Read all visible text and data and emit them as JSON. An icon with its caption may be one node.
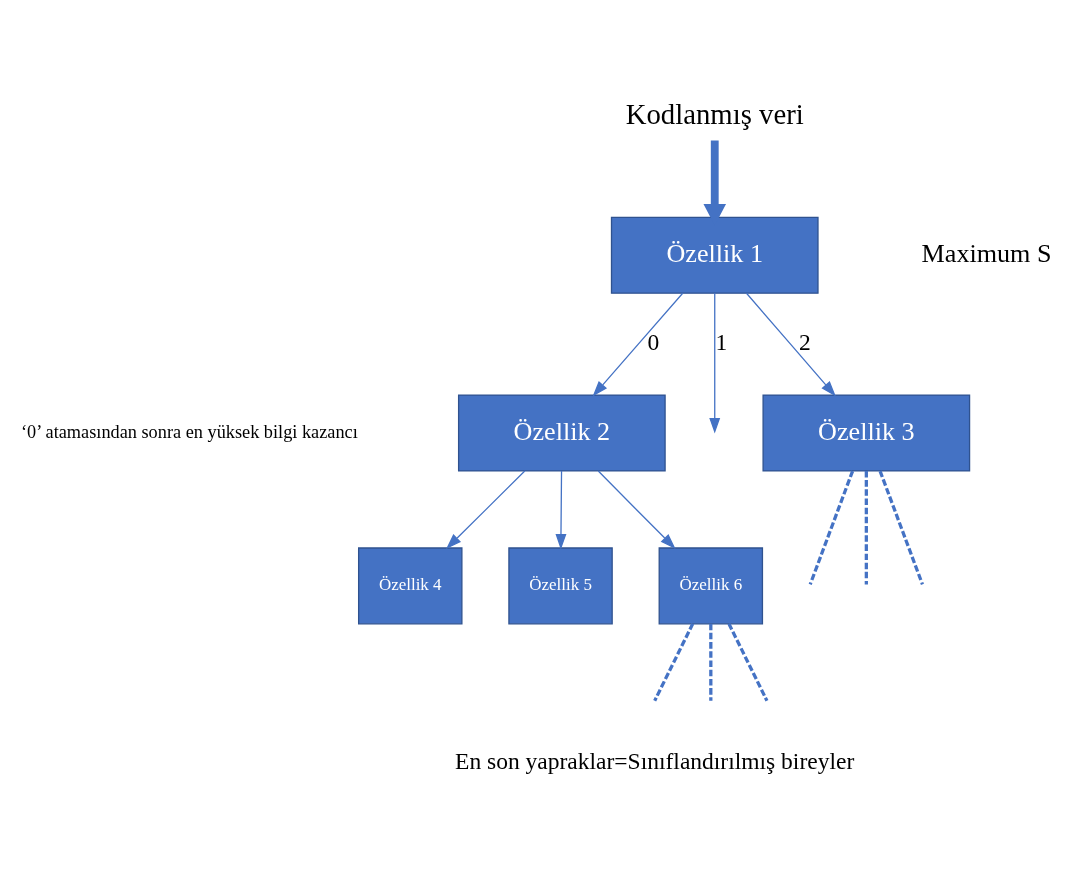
{
  "diagram": {
    "nodes": [
      {
        "text": [
          "Kodlanmış veri"
        ]
      },
      {
        "text": [
          "Özellik 1"
        ],
        "beside": [
          "Maximum S"
        ]
      },
      {
        "text": [
          "Özellik 2"
        ]
      },
      {
        "text": [
          "Özellik 3"
        ]
      },
      {
        "text": [
          "Özellik 4"
        ]
      },
      {
        "text": [
          "Özellik 5"
        ]
      },
      {
        "text": [
          "Özellik 6"
        ]
      }
    ],
    "edges": [
      {
        "from": 0,
        "to": 1,
        "arrow": "to",
        "style": "thick"
      },
      {
        "from": 1,
        "to": 2,
        "arrow": "to",
        "label": "0"
      },
      {
        "from": 1,
        "to": null,
        "arrow": "to",
        "label": "1"
      },
      {
        "from": 1,
        "to": 3,
        "arrow": "to",
        "label": "2"
      },
      {
        "from": 2,
        "to": 4,
        "arrow": "to"
      },
      {
        "from": 2,
        "to": 5,
        "arrow": "to"
      },
      {
        "from": 2,
        "to": 6,
        "arrow": "to"
      },
      {
        "from": 3,
        "to": null,
        "arrow": "none",
        "style": "dashed"
      },
      {
        "from": 3,
        "to": null,
        "arrow": "none",
        "style": "dashed"
      },
      {
        "from": 3,
        "to": null,
        "arrow": "none",
        "style": "dashed"
      },
      {
        "from": 6,
        "to": null,
        "arrow": "none",
        "style": "dashed"
      },
      {
        "from": 6,
        "to": null,
        "arrow": "none",
        "style": "dashed"
      },
      {
        "from": 6,
        "to": null,
        "arrow": "none",
        "style": "dashed"
      }
    ],
    "labels": [
      "‘0’ atamasından sonra en yüksek bilgi kazancı",
      "En son yapraklar=Sınıflandırılmış bireyler"
    ]
  }
}
